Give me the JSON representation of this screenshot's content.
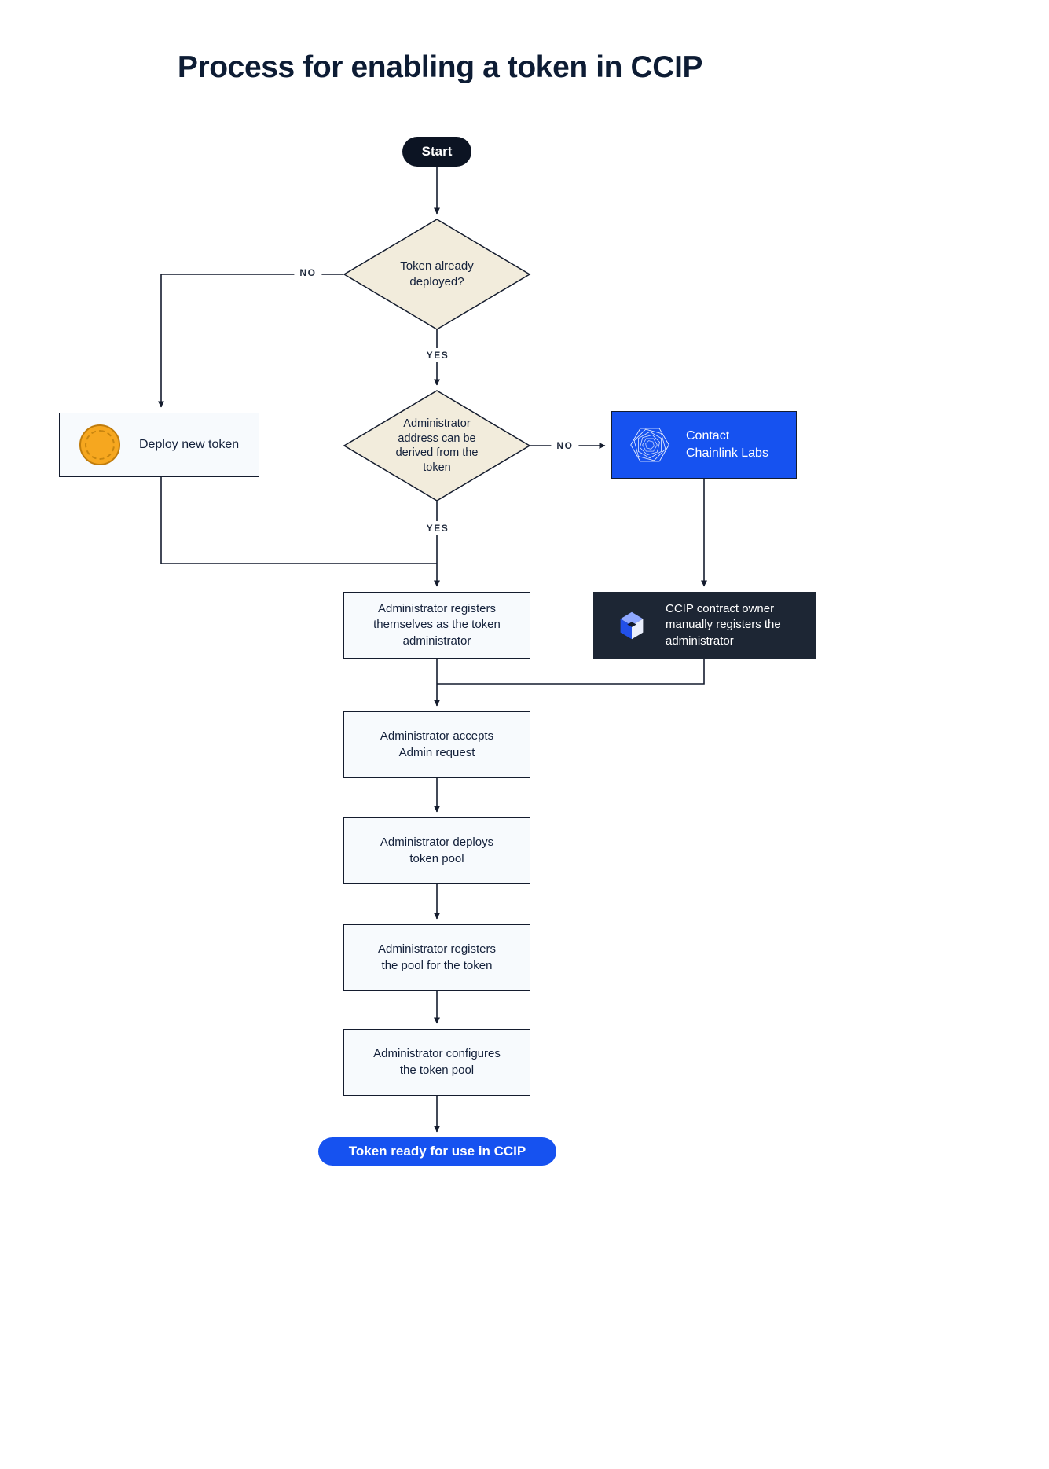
{
  "title": "Process for enabling a token in CCIP",
  "nodes": {
    "start": {
      "label": "Start"
    },
    "decision_token_deployed": {
      "label": "Token already deployed?"
    },
    "decision_admin_address": {
      "label": "Administrator address can be derived from the token"
    },
    "deploy_new_token": {
      "label": "Deploy new token",
      "icon": "coin-icon"
    },
    "contact_chainlink": {
      "lines": [
        "Contact",
        "Chainlink Labs"
      ],
      "icon": "chainlink-labs-icon"
    },
    "admin_registers": {
      "label": "Administrator registers themselves as the token administrator"
    },
    "ccip_owner_registers": {
      "label": "CCIP contract owner manually registers the administrator",
      "icon": "ccip-icon"
    },
    "admin_accepts": {
      "label": "Administrator accepts Admin request"
    },
    "admin_deploys_pool": {
      "label": "Administrator deploys token pool"
    },
    "admin_registers_pool": {
      "label": "Administrator registers the pool for the token"
    },
    "admin_configures_pool": {
      "label": "Administrator configures the token pool"
    },
    "token_ready": {
      "label": "Token ready for use in CCIP"
    }
  },
  "edge_labels": {
    "decision1_no": "NO",
    "decision1_yes": "YES",
    "decision2_no": "NO",
    "decision2_yes": "YES"
  },
  "colors": {
    "accent_blue": "#1652f0",
    "dark_navy": "#1d2634",
    "start_bg": "#0c1423",
    "line_dark": "#141c2e",
    "diamond_beige": "#f2ecdc",
    "box_light": "#f7fafd",
    "coin_gold": "#f6a71f"
  }
}
